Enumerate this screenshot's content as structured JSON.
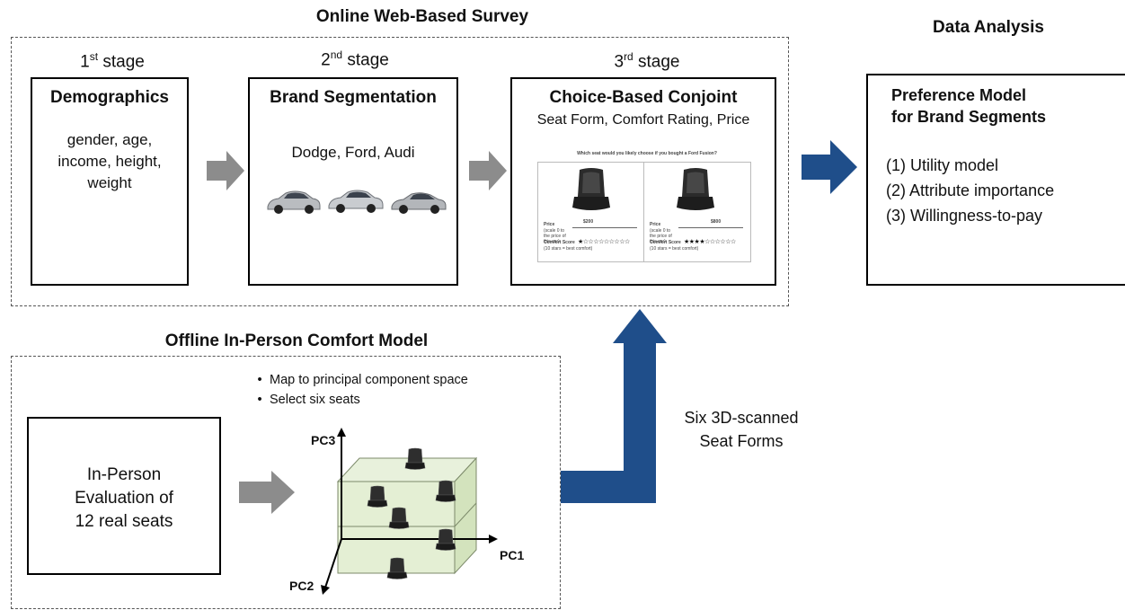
{
  "titles": {
    "online": "Online Web-Based Survey",
    "offline": "Offline In-Person Comfort Model",
    "analysis": "Data Analysis"
  },
  "stages": [
    {
      "num": "1",
      "sup": "st",
      "word": "stage",
      "heading": "Demographics",
      "body": [
        "gender, age,",
        "income, height,",
        "weight"
      ]
    },
    {
      "num": "2",
      "sup": "nd",
      "word": "stage",
      "heading": "Brand Segmentation",
      "body": [
        "Dodge, Ford, Audi"
      ]
    },
    {
      "num": "3",
      "sup": "rd",
      "word": "stage",
      "heading": "Choice-Based Conjoint",
      "body": [
        "Seat Form, Comfort Rating, Price"
      ]
    }
  ],
  "conjoint_card": {
    "question": "Which seat would you likely choose if you bought a Ford Fusion?",
    "options": [
      {
        "price_label": "Price",
        "price_note": "(scale 0 to the price of this car)",
        "price_value": "$200",
        "comfort_label": "Comfort Score",
        "comfort_note": "(10 stars = best comfort)",
        "stars": 1
      },
      {
        "price_label": "Price",
        "price_note": "(scale 0 to the price of this car)",
        "price_value": "$800",
        "comfort_label": "Comfort Score",
        "comfort_note": "(10 stars = best comfort)",
        "stars": 4
      }
    ]
  },
  "analysis": {
    "heading_line1": "Preference Model",
    "heading_line2": "for Brand Segments",
    "items": [
      "(1) Utility model",
      "(2) Attribute importance",
      "(3) Willingness-to-pay"
    ]
  },
  "offline": {
    "bullets": [
      "Map to principal component  space",
      "Select six seats"
    ],
    "eval_lines": [
      "In-Person",
      "Evaluation of",
      "12 real seats"
    ],
    "axes": {
      "pc1": "PC1",
      "pc2": "PC2",
      "pc3": "PC3"
    }
  },
  "scanned_label": [
    "Six 3D-scanned",
    "Seat Forms"
  ],
  "colors": {
    "arrow_blue": "#1f4e8a",
    "arrow_gray": "#8c8c8c",
    "cube_fill": "#dfeccc"
  }
}
